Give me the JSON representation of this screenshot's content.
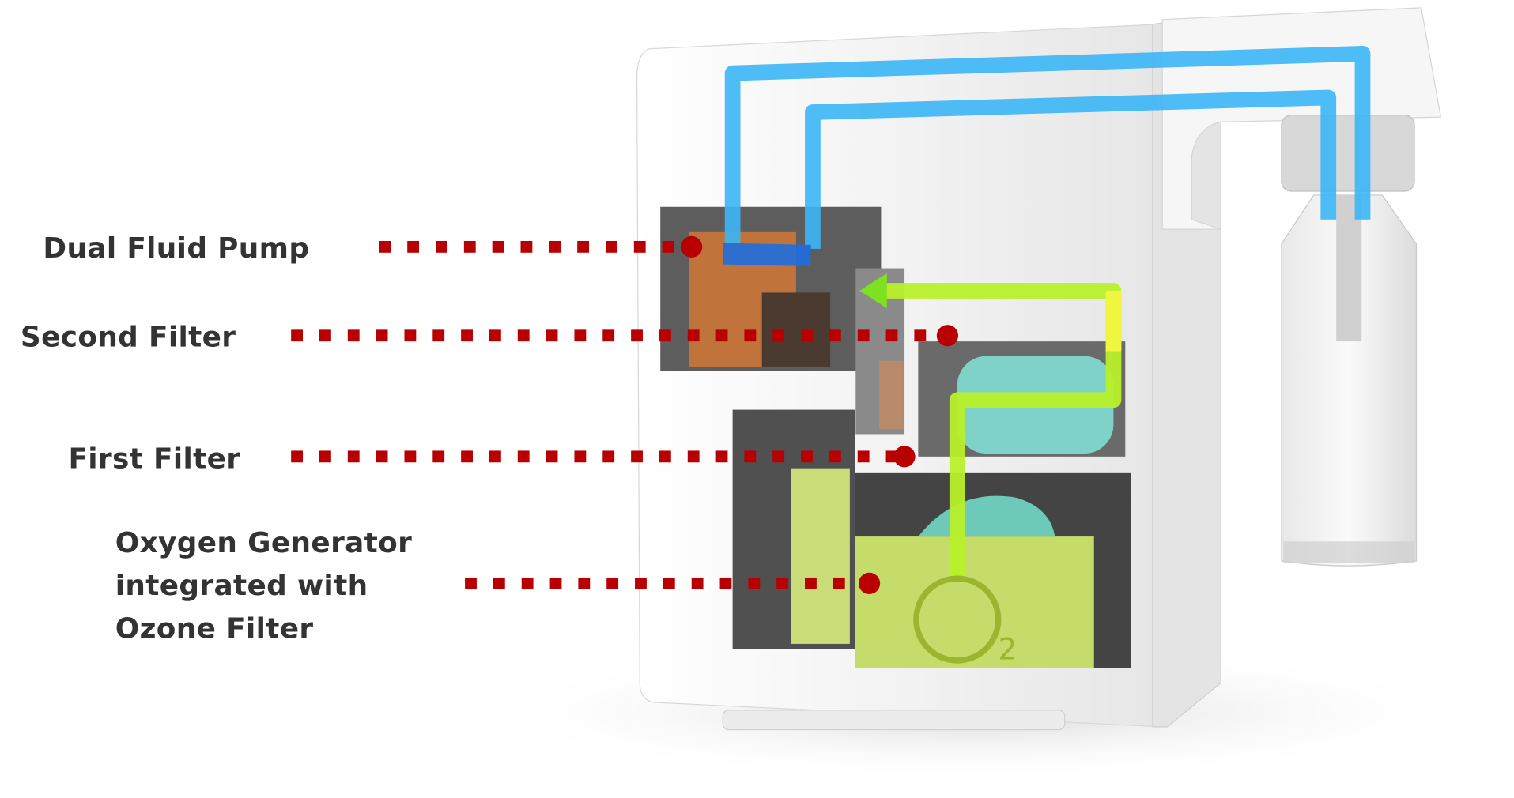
{
  "labels": {
    "dual_fluid_pump": "Dual Fluid Pump",
    "second_filter": "Second Filter",
    "first_filter": "First Filter",
    "oxygen_line1": "Oxygen Generator",
    "oxygen_line2": "integrated with",
    "oxygen_line3": "Ozone Filter"
  },
  "device": {
    "o2_mark": "2"
  },
  "colors": {
    "leader": "#b80000",
    "text": "#333333",
    "water_pipe": "#3ab4f5",
    "oxygen_pipe": "#c8f03a",
    "body": "#f2f2f2"
  }
}
